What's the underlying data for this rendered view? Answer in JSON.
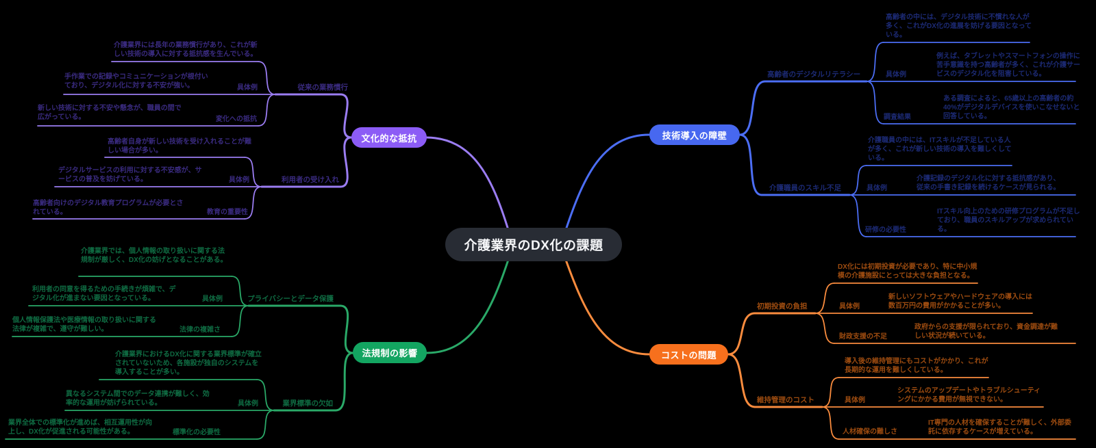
{
  "center": {
    "title": "介護業界のDX化の課題"
  },
  "colors": {
    "background": "#000000",
    "center_bg": "#282c34",
    "purple_node": "#8c5cf6",
    "purple_line": "#9b7df2",
    "purple_text": "#3a2b80",
    "blue_node": "#4768f0",
    "blue_line": "#4c6ef5",
    "blue_text": "#1c2a74",
    "green_node": "#13a561",
    "green_line": "#2aa968",
    "green_text": "#0f6b42",
    "orange_node": "#f7701d",
    "orange_line": "#fa8c3e",
    "orange_text": "#9e4c10"
  },
  "branches": [
    {
      "label": "文化的な抵抗",
      "subs": [
        {
          "label": "従来の業務慣行",
          "leaves": [
            {
              "tag": "",
              "text": "介護業界には長年の業務慣行があり、これが新しい技術の導入に対する抵抗感を生んでいる。"
            },
            {
              "tag": "具体例",
              "text": "手作業での記録やコミュニケーションが根付いており、デジタル化に対する不安が強い。"
            },
            {
              "tag": "変化への抵抗",
              "text": "新しい技術に対する不安や懸念が、職員の間で広がっている。"
            }
          ]
        },
        {
          "label": "利用者の受け入れ",
          "leaves": [
            {
              "tag": "",
              "text": "高齢者自身が新しい技術を受け入れることが難しい場合が多い。"
            },
            {
              "tag": "具体例",
              "text": "デジタルサービスの利用に対する不安感が、サービスの普及を妨げている。"
            },
            {
              "tag": "教育の重要性",
              "text": "高齢者向けのデジタル教育プログラムが必要とされている。"
            }
          ]
        }
      ]
    },
    {
      "label": "技術導入の障壁",
      "subs": [
        {
          "label": "高齢者のデジタルリテラシー",
          "leaves": [
            {
              "tag": "",
              "text": "高齢者の中には、デジタル技術に不慣れな人が多く、これがDX化の進展を妨げる要因となっている。"
            },
            {
              "tag": "具体例",
              "text": "例えば、タブレットやスマートフォンの操作に苦手意識を持つ高齢者が多く、これが介護サービスのデジタル化を阻害している。"
            },
            {
              "tag": "調査結果",
              "text": "ある調査によると、65歳以上の高齢者の約40%がデジタルデバイスを使いこなせないと回答している。"
            }
          ]
        },
        {
          "label": "介護職員のスキル不足",
          "leaves": [
            {
              "tag": "",
              "text": "介護職員の中には、ITスキルが不足している人が多く、これが新しい技術の導入を難しくしている。"
            },
            {
              "tag": "具体例",
              "text": "介護記録のデジタル化に対する抵抗感があり、従来の手書き記録を続けるケースが見られる。"
            },
            {
              "tag": "研修の必要性",
              "text": "ITスキル向上のための研修プログラムが不足しており、職員のスキルアップが求められている。"
            }
          ]
        }
      ]
    },
    {
      "label": "法規制の影響",
      "subs": [
        {
          "label": "プライバシーとデータ保護",
          "leaves": [
            {
              "tag": "",
              "text": "介護業界では、個人情報の取り扱いに関する法規制が厳しく、DX化の妨げとなることがある。"
            },
            {
              "tag": "具体例",
              "text": "利用者の同意を得るための手続きが煩雑で、デジタル化が進まない要因となっている。"
            },
            {
              "tag": "法律の複雑さ",
              "text": "個人情報保護法や医療情報の取り扱いに関する法律が複雑で、遵守が難しい。"
            }
          ]
        },
        {
          "label": "業界標準の欠如",
          "leaves": [
            {
              "tag": "",
              "text": "介護業界におけるDX化に関する業界標準が確立されていないため、各施設が独自のシステムを導入することが多い。"
            },
            {
              "tag": "具体例",
              "text": "異なるシステム間でのデータ連携が難しく、効率的な運用が妨げられている。"
            },
            {
              "tag": "標準化の必要性",
              "text": "業界全体での標準化が進めば、相互運用性が向上し、DX化が促進される可能性がある。"
            }
          ]
        }
      ]
    },
    {
      "label": "コストの問題",
      "subs": [
        {
          "label": "初期投資の負担",
          "leaves": [
            {
              "tag": "",
              "text": "DX化には初期投資が必要であり、特に中小規模の介護施設にとっては大きな負担となる。"
            },
            {
              "tag": "具体例",
              "text": "新しいソフトウェアやハードウェアの導入には数百万円の費用がかかることが多い。"
            },
            {
              "tag": "財政支援の不足",
              "text": "政府からの支援が限られており、資金調達が難しい状況が続いている。"
            }
          ]
        },
        {
          "label": "維持管理のコスト",
          "leaves": [
            {
              "tag": "",
              "text": "導入後の維持管理にもコストがかかり、これが長期的な運用を難しくしている。"
            },
            {
              "tag": "具体例",
              "text": "システムのアップデートやトラブルシューティングにかかる費用が無視できない。"
            },
            {
              "tag": "人材確保の難しさ",
              "text": "IT専門の人材を確保することが難しく、外部委託に依存するケースが増えている。"
            }
          ]
        }
      ]
    }
  ]
}
